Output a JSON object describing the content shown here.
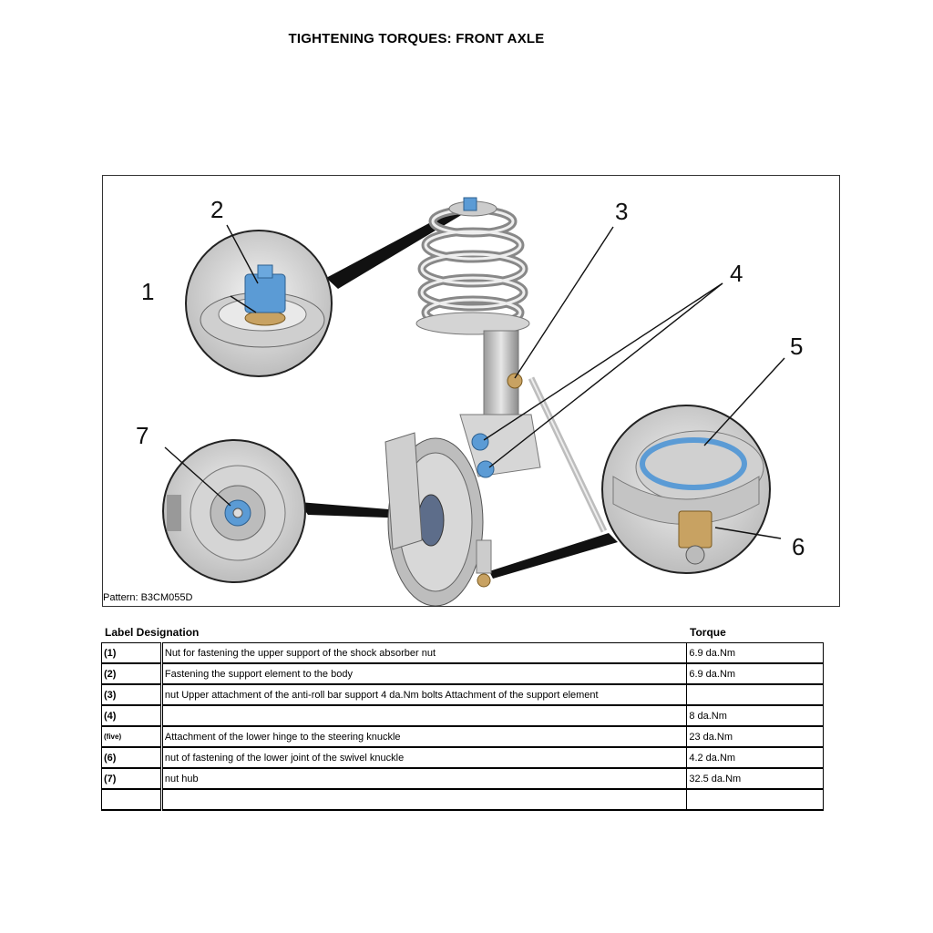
{
  "title": "TIGHTENING TORQUES: FRONT AXLE",
  "figure": {
    "pattern": "Pattern: B3CM055D",
    "callouts": [
      "1",
      "2",
      "3",
      "4",
      "5",
      "6",
      "7"
    ]
  },
  "table": {
    "header_label": "Label Designation",
    "header_torque": "Torque",
    "rows": [
      {
        "label": "(1)",
        "designation": "Nut for fastening the upper support of the shock absorber nut",
        "torque": "6.9 da.Nm"
      },
      {
        "label": "(2)",
        "designation": "Fastening the support element to the body",
        "torque": "6.9 da.Nm"
      },
      {
        "label": "(3)",
        "designation": "nut Upper attachment of the anti-roll bar support 4 da.Nm bolts Attachment of the support element",
        "torque": ""
      },
      {
        "label": "(4)",
        "designation": "",
        "torque": "8 da.Nm"
      },
      {
        "label": "(five)",
        "designation": "Attachment of the lower hinge to the steering knuckle",
        "torque": "23 da.Nm"
      },
      {
        "label": "(6)",
        "designation": "nut of fastening of the lower joint of the swivel knuckle",
        "torque": "4.2 da.Nm"
      },
      {
        "label": "(7)",
        "designation": "nut hub",
        "torque": "32.5 da.Nm"
      },
      {
        "label": "",
        "designation": "",
        "torque": ""
      }
    ]
  }
}
